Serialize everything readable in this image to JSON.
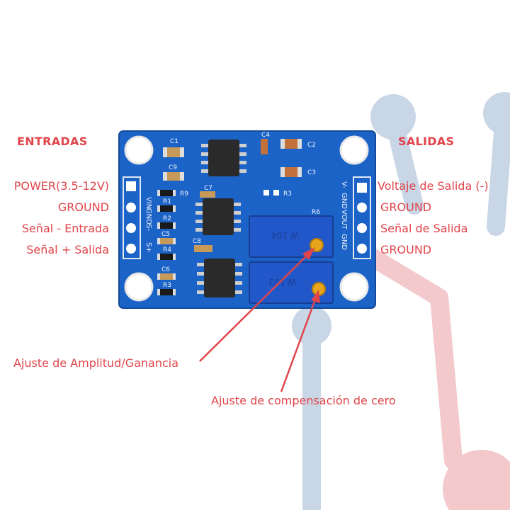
{
  "colors": {
    "accent": "#e0454b",
    "bg_blue": "#c9d6e6",
    "bg_pink": "#f3c9cc",
    "pcb": "#1b63c7",
    "pot": "#2257c9",
    "knob": "#e7a51c"
  },
  "labels": {
    "inputs_header": "ENTRADAS",
    "outputs_header": "SALIDAS",
    "inputs": [
      "POWER(3.5-12V)",
      "GROUND",
      "Señal - Entrada",
      "Señal + Salida"
    ],
    "outputs": [
      "Voltaje de Salida (-)",
      "GROUND",
      "Señal de Salida",
      "GROUND"
    ],
    "gain_adjust": "Ajuste de Amplitud/Ganancia",
    "zero_adjust": "Ajuste de compensación de cero"
  },
  "board": {
    "left_pins": [
      "VIN",
      "GND",
      "S-",
      "S+"
    ],
    "right_pins": [
      "V-",
      "GND",
      "VOUT",
      "GND"
    ],
    "components": [
      "C1",
      "C9",
      "C7",
      "C4",
      "C2",
      "C3",
      "R9",
      "R1",
      "R2",
      "R3",
      "C5",
      "R4",
      "C8",
      "C6",
      "R3",
      "R6"
    ],
    "pot_top_code": "W 104",
    "pot_bottom_code": "W 103"
  },
  "icons": [
    "arrow-icon",
    "arrow-icon"
  ]
}
